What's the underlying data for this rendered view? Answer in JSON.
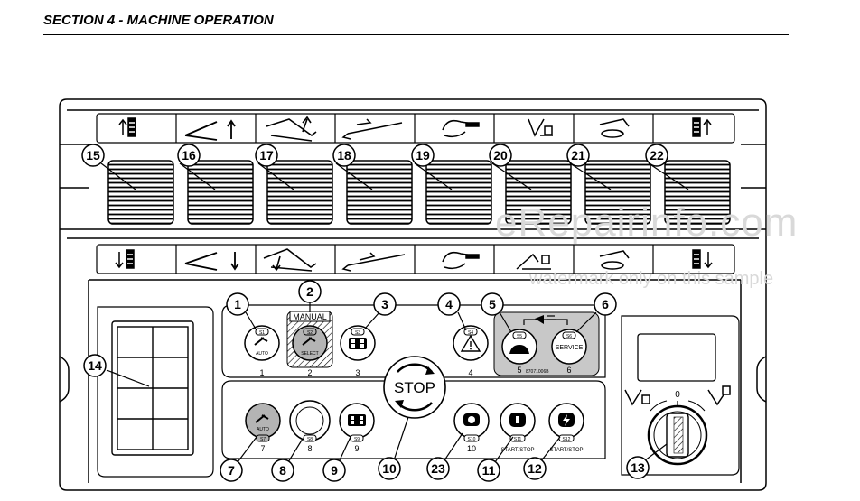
{
  "section_title": "SECTION 4 - MACHINE OPERATION",
  "watermark": {
    "main": "eRepairinfo.com",
    "sub": "watermark only on this sample"
  },
  "callouts": {
    "c1": "1",
    "c2": "2",
    "c3": "3",
    "c4": "4",
    "c5": "5",
    "c6": "6",
    "c7": "7",
    "c8": "8",
    "c9": "9",
    "c10": "10",
    "c11": "11",
    "c12": "12",
    "c13": "13",
    "c14": "14",
    "c15": "15",
    "c16": "16",
    "c17": "17",
    "c18": "18",
    "c19": "19",
    "c20": "20",
    "c21": "21",
    "c22": "22",
    "c23": "23"
  },
  "panel_labels": {
    "manual": "MANUAL",
    "stop": "STOP",
    "auto": "AUTO",
    "select": "SELECT",
    "service": "SERVICE",
    "start_stop": "START/STOP",
    "part_number": "87071006B",
    "dial_zero": "0"
  },
  "button_codes": {
    "b1": "S1",
    "b2": "S2",
    "b3": "S3",
    "b4": "S4",
    "b5": "S5",
    "b6": "S6",
    "b7": "S7",
    "b8": "S8",
    "b9": "S9",
    "b10": "S10",
    "b11": "S11",
    "b12": "S12"
  },
  "button_numbers": {
    "n1": "1",
    "n2": "2",
    "n3": "3",
    "n4": "4",
    "n5": "5",
    "n6": "6",
    "n7": "7",
    "n8": "8",
    "n9": "9",
    "n10": "10"
  },
  "icons": {
    "top_row": [
      "lift-up-icon",
      "header-raise-icon",
      "reel-raise-icon",
      "unloader-out-icon",
      "spout-left-icon",
      "tilt-up-icon",
      "spout-rotate-icon",
      "lift-up-right-icon"
    ],
    "bottom_row": [
      "lift-down-icon",
      "header-lower-icon",
      "reel-lower-icon",
      "unloader-in-icon",
      "spout-right-icon",
      "tilt-down-icon",
      "spout-rotate-back-icon",
      "lift-down-right-icon"
    ]
  },
  "colors": {
    "line": "#000000",
    "panel": "#ffffff",
    "grey_button": "#b4b4b4",
    "grey_panel": "#c8c8c8",
    "callout_fill": "#ffffff"
  }
}
